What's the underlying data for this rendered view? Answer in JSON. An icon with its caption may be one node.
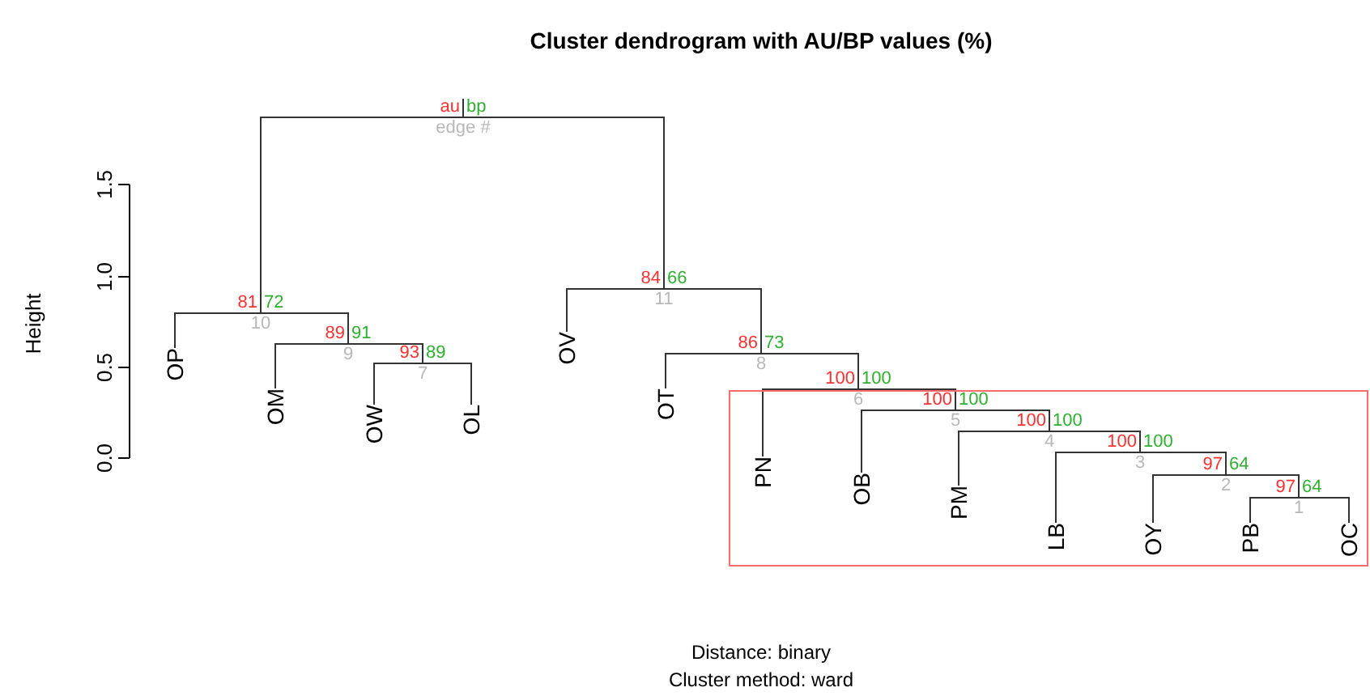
{
  "diagram": {
    "title": "Cluster dendrogram with AU/BP values (%)",
    "nodes": [
      {
        "text": [
          "au",
          "bp",
          "edge #"
        ]
      },
      {
        "text": [
          "81",
          "72",
          "10"
        ]
      },
      {
        "text": [
          "84",
          "66",
          "11"
        ]
      },
      {
        "text": [
          "OP"
        ]
      },
      {
        "text": [
          "89",
          "91",
          "9"
        ]
      },
      {
        "text": [
          "OV"
        ]
      },
      {
        "text": [
          "86",
          "73",
          "8"
        ]
      },
      {
        "text": [
          "OM"
        ]
      },
      {
        "text": [
          "93",
          "89",
          "7"
        ]
      },
      {
        "text": [
          "OT"
        ]
      },
      {
        "text": [],
        "shape": "box"
      },
      {
        "text": [
          "100",
          "100",
          "6"
        ]
      },
      {
        "text": [
          "OW"
        ]
      },
      {
        "text": [
          "OL"
        ]
      },
      {
        "text": [
          "PN"
        ],
        "in": 10
      },
      {
        "text": [
          "100",
          "100",
          "5"
        ],
        "in": 10
      },
      {
        "text": [
          "OB"
        ],
        "in": 10
      },
      {
        "text": [
          "100",
          "100",
          "4"
        ],
        "in": 10
      },
      {
        "text": [
          "PM"
        ],
        "in": 10
      },
      {
        "text": [
          "100",
          "100",
          "3"
        ],
        "in": 10
      },
      {
        "text": [
          "LB"
        ],
        "in": 10
      },
      {
        "text": [
          "97",
          "64",
          "2"
        ],
        "in": 10
      },
      {
        "text": [
          "OY"
        ],
        "in": 10
      },
      {
        "text": [
          "97",
          "64",
          "1"
        ],
        "in": 10
      },
      {
        "text": [
          "PB"
        ],
        "in": 10
      },
      {
        "text": [
          "OC"
        ],
        "in": 10
      }
    ],
    "edges": [
      {
        "from": 0,
        "to": 1,
        "arrow": "none"
      },
      {
        "from": 0,
        "to": 2,
        "arrow": "none"
      },
      {
        "from": 1,
        "to": 3,
        "arrow": "none"
      },
      {
        "from": 1,
        "to": 4,
        "arrow": "none"
      },
      {
        "from": 2,
        "to": 5,
        "arrow": "none"
      },
      {
        "from": 2,
        "to": 6,
        "arrow": "none"
      },
      {
        "from": 4,
        "to": 7,
        "arrow": "none"
      },
      {
        "from": 4,
        "to": 8,
        "arrow": "none"
      },
      {
        "from": 6,
        "to": 9,
        "arrow": "none"
      },
      {
        "from": 6,
        "to": 11,
        "arrow": "none"
      },
      {
        "from": 8,
        "to": 12,
        "arrow": "none"
      },
      {
        "from": 8,
        "to": 13,
        "arrow": "none"
      },
      {
        "from": 11,
        "to": 14,
        "arrow": "none"
      },
      {
        "from": 11,
        "to": 15,
        "arrow": "none"
      },
      {
        "from": 15,
        "to": 16,
        "arrow": "none"
      },
      {
        "from": 15,
        "to": 17,
        "arrow": "none"
      },
      {
        "from": 17,
        "to": 18,
        "arrow": "none"
      },
      {
        "from": 17,
        "to": 19,
        "arrow": "none"
      },
      {
        "from": 19,
        "to": 20,
        "arrow": "none"
      },
      {
        "from": 19,
        "to": 21,
        "arrow": "none"
      },
      {
        "from": 21,
        "to": 22,
        "arrow": "none"
      },
      {
        "from": 21,
        "to": 23,
        "arrow": "none"
      },
      {
        "from": 23,
        "to": 24,
        "arrow": "none"
      },
      {
        "from": 23,
        "to": 25,
        "arrow": "none"
      }
    ],
    "labels": [
      "Height",
      "0.0",
      "0.5",
      "1.0",
      "1.5",
      "Distance: binary",
      "Cluster method: ward"
    ]
  }
}
